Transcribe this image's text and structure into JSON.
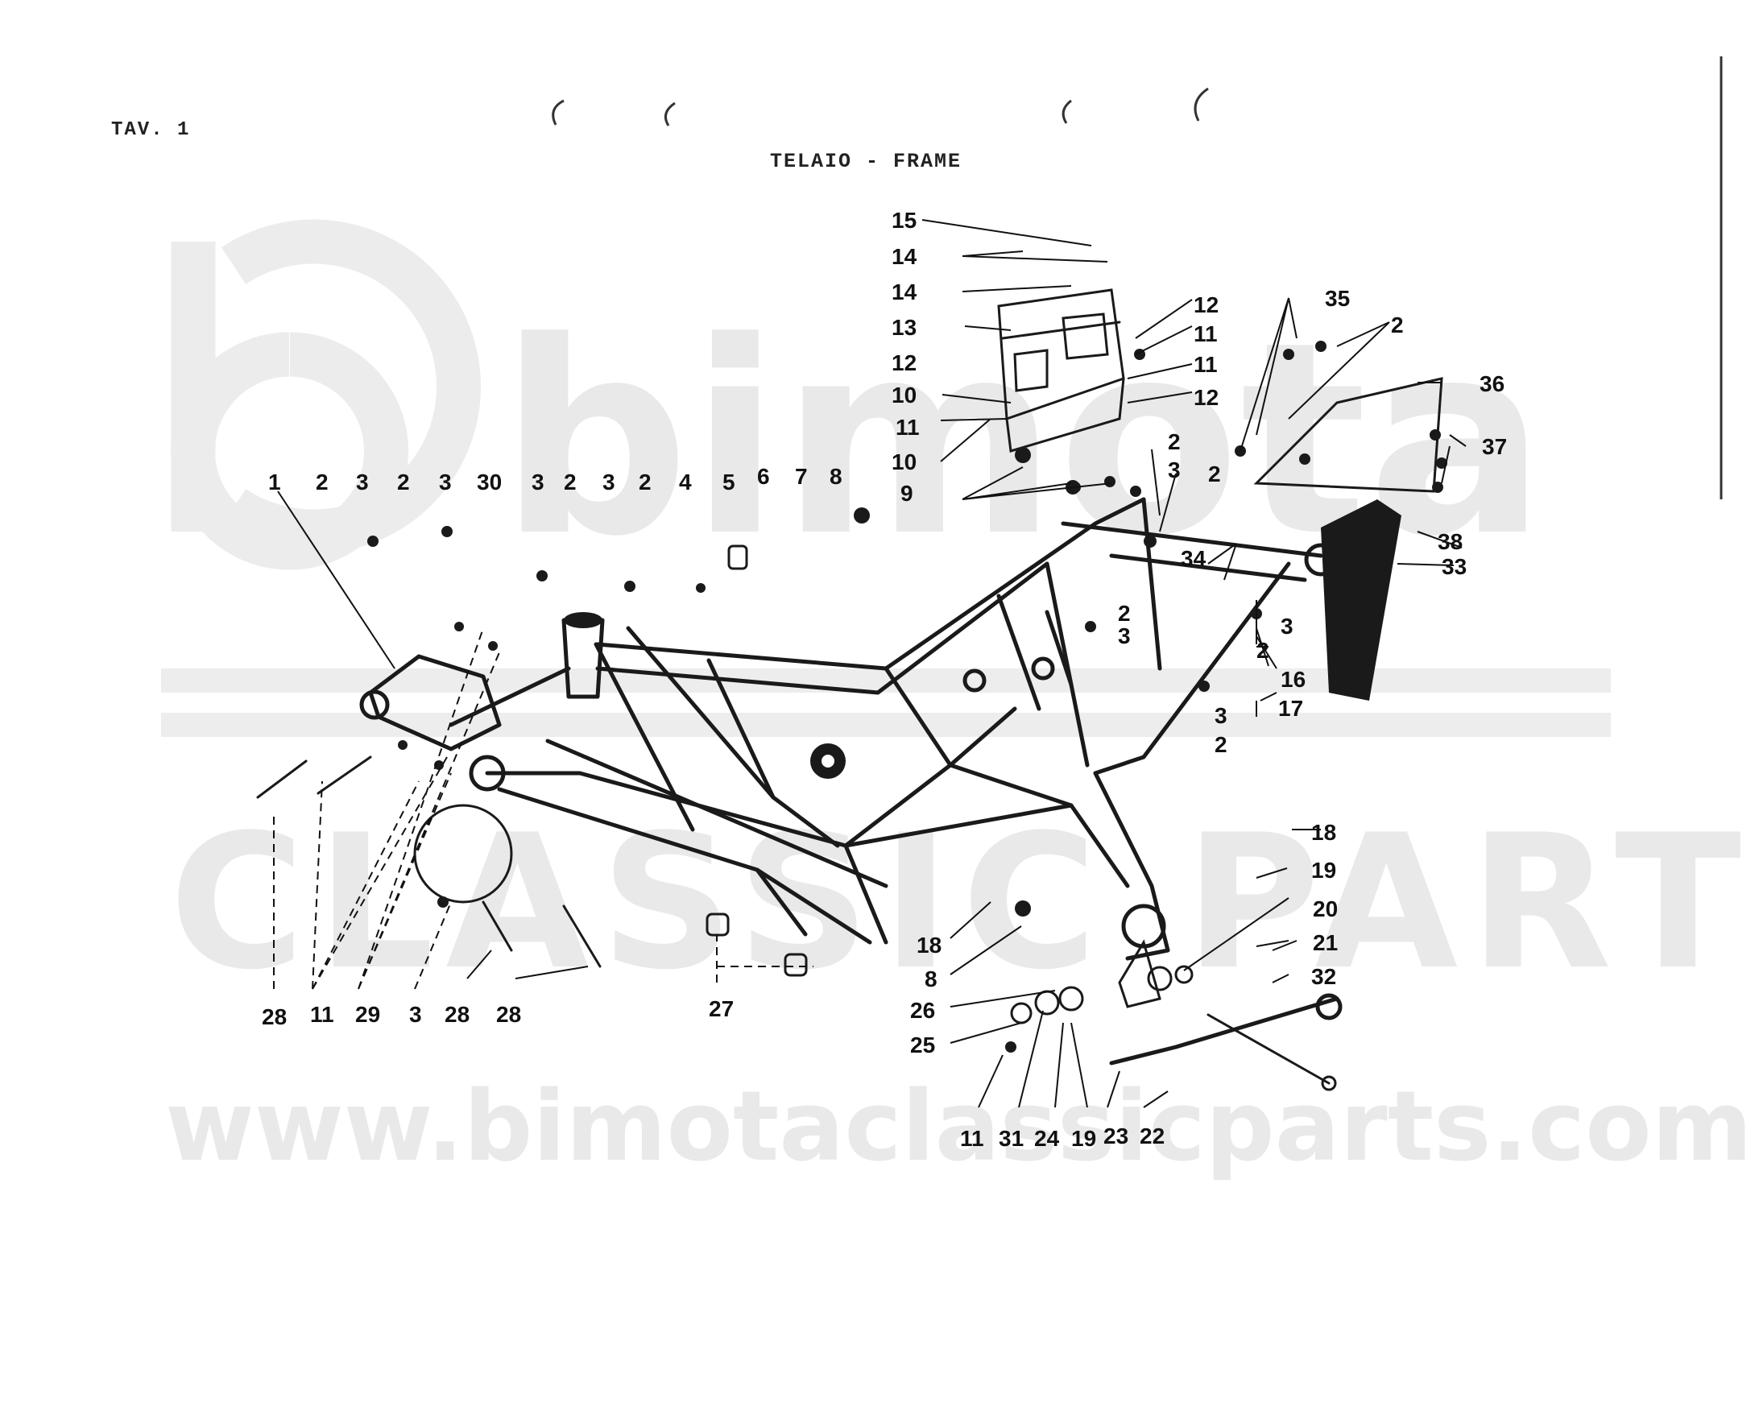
{
  "header": {
    "plate": "TAV. 1",
    "title": "TELAIO - FRAME"
  },
  "watermark": {
    "brand": "bimota",
    "brand_line2": "CLASSIC PARTS",
    "url": "www.bimotaclassicparts.com"
  },
  "part_labels": {
    "l1": "1",
    "l2a": "2",
    "l3a": "3",
    "l2b": "2",
    "l3b": "3",
    "l30": "30",
    "l3c": "3",
    "l2c": "2",
    "l3d": "3",
    "l2d": "2",
    "l4": "4",
    "l5": "5",
    "l6": "6",
    "l7": "7",
    "l8a": "8",
    "l15": "15",
    "l14a": "14",
    "l14b": "14",
    "l13": "13",
    "l12a": "12",
    "l10a": "10",
    "l11a": "11",
    "l10b": "10",
    "l9": "9",
    "l12b": "12",
    "l11b": "11",
    "l11c": "11",
    "l12c": "12",
    "l35": "35",
    "l2e": "2",
    "l36": "36",
    "l37": "37",
    "l2f": "2",
    "l38": "38",
    "l33": "33",
    "l2g": "2",
    "l3e": "3",
    "l34": "34",
    "l2h": "2",
    "l3f": "3",
    "l3g": "3",
    "l2i": "2",
    "l16": "16",
    "l17": "17",
    "l3h": "3",
    "l2j": "2",
    "l18a": "18",
    "l19a": "19",
    "l20": "20",
    "l21": "21",
    "l32": "32",
    "l18b": "18",
    "l8b": "8",
    "l26": "26",
    "l25": "25",
    "l28a": "28",
    "l11d": "11",
    "l29": "29",
    "l3i": "3",
    "l28b": "28",
    "l28c": "28",
    "l27": "27",
    "l11e": "11",
    "l31": "31",
    "l24": "24",
    "l19b": "19",
    "l23": "23",
    "l22": "22"
  }
}
